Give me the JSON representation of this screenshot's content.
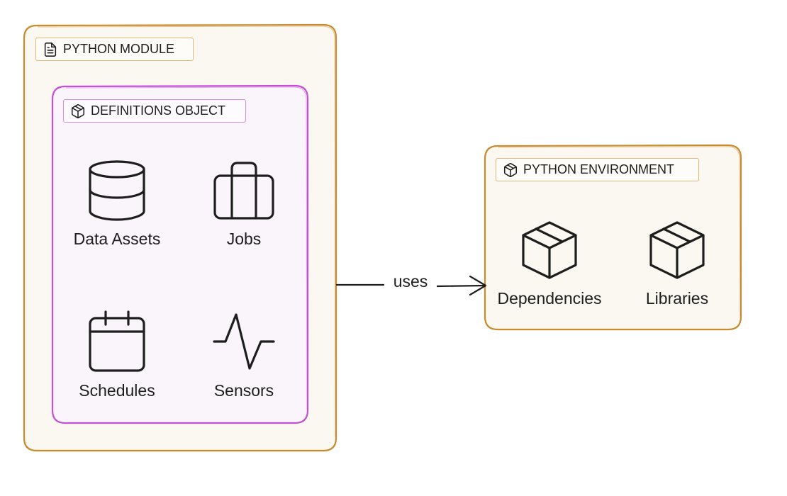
{
  "python_module": {
    "label": "PYTHON MODULE",
    "icon": "file-icon"
  },
  "definitions_object": {
    "label": "DEFINITIONS OBJECT",
    "icon": "package-icon",
    "items": [
      {
        "label": "Data Assets",
        "icon": "database-icon"
      },
      {
        "label": "Jobs",
        "icon": "briefcase-icon"
      },
      {
        "label": "Schedules",
        "icon": "calendar-icon"
      },
      {
        "label": "Sensors",
        "icon": "activity-icon"
      }
    ]
  },
  "python_environment": {
    "label": "PYTHON ENVIRONMENT",
    "icon": "package-icon",
    "items": [
      {
        "label": "Dependencies",
        "icon": "box-icon"
      },
      {
        "label": "Libraries",
        "icon": "box-icon"
      }
    ]
  },
  "connection": {
    "label": "uses"
  },
  "colors": {
    "module_border": "#c98b2e",
    "module_fill": "#fbf8f1",
    "definitions_border": "#c451d4",
    "definitions_fill": "#faf5fb",
    "tag_border_orange": "#e5b57a",
    "tag_border_purple": "#d98ae2",
    "ink": "#1e1e1e"
  }
}
